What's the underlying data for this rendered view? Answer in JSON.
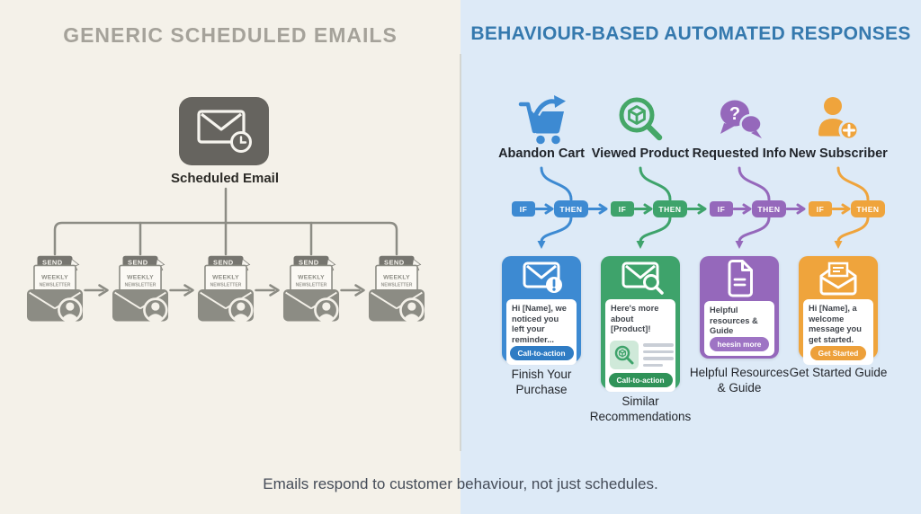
{
  "left": {
    "title": "GENERIC SCHEDULED EMAILS",
    "source_label": "Scheduled Email",
    "source_icon": "envelope-clock-icon",
    "send_label": "SEND",
    "newsletter_line1": "WEEKLY",
    "newsletter_line2": "NEWSLETTER",
    "envelope_count": 5,
    "colors": {
      "background": "#f4f1e9",
      "title": "#a5a29a",
      "diagram_gray": "#8c8c84",
      "box_gray": "#66645f"
    }
  },
  "right": {
    "title": "BEHAVIOUR-BASED AUTOMATED RESPONSES",
    "flow": {
      "if_label": "IF",
      "then_label": "THEN"
    },
    "colors": {
      "background": "#ddeaf7",
      "title": "#3579ae"
    },
    "columns": [
      {
        "trigger": "Abandon Cart",
        "trigger_icon": "shopping-cart-icon",
        "color": "#3d8ad2",
        "card": {
          "icon": "envelope-alert-icon",
          "message": "Hi [Name], we noticed you left your reminder...",
          "cta": "Call-to-action",
          "label": "Finish Your Purchase"
        }
      },
      {
        "trigger": "Viewed Product",
        "trigger_icon": "search-product-icon",
        "color": "#3ea36b",
        "card": {
          "icon": "envelope-search-icon",
          "message": "Here's more about [Product]!",
          "cta": "Call-to-action",
          "label": "Similar Recommendations"
        }
      },
      {
        "trigger": "Requested Info",
        "trigger_icon": "chat-question-icon",
        "color": "#9568bb",
        "card": {
          "icon": "document-icon",
          "message": "Helpful resources & Guide",
          "cta": "heesin more",
          "label": "Helpful Resources & Guide"
        }
      },
      {
        "trigger": "New Subscriber",
        "trigger_icon": "user-plus-icon",
        "color": "#efa43c",
        "card": {
          "icon": "envelope-open-icon",
          "message": "Hi [Name], a welcome message you get started.",
          "cta": "Get Started",
          "label": "Get Started Guide"
        }
      }
    ]
  },
  "footer": {
    "caption": "Emails respond to customer behaviour, not just schedules."
  }
}
